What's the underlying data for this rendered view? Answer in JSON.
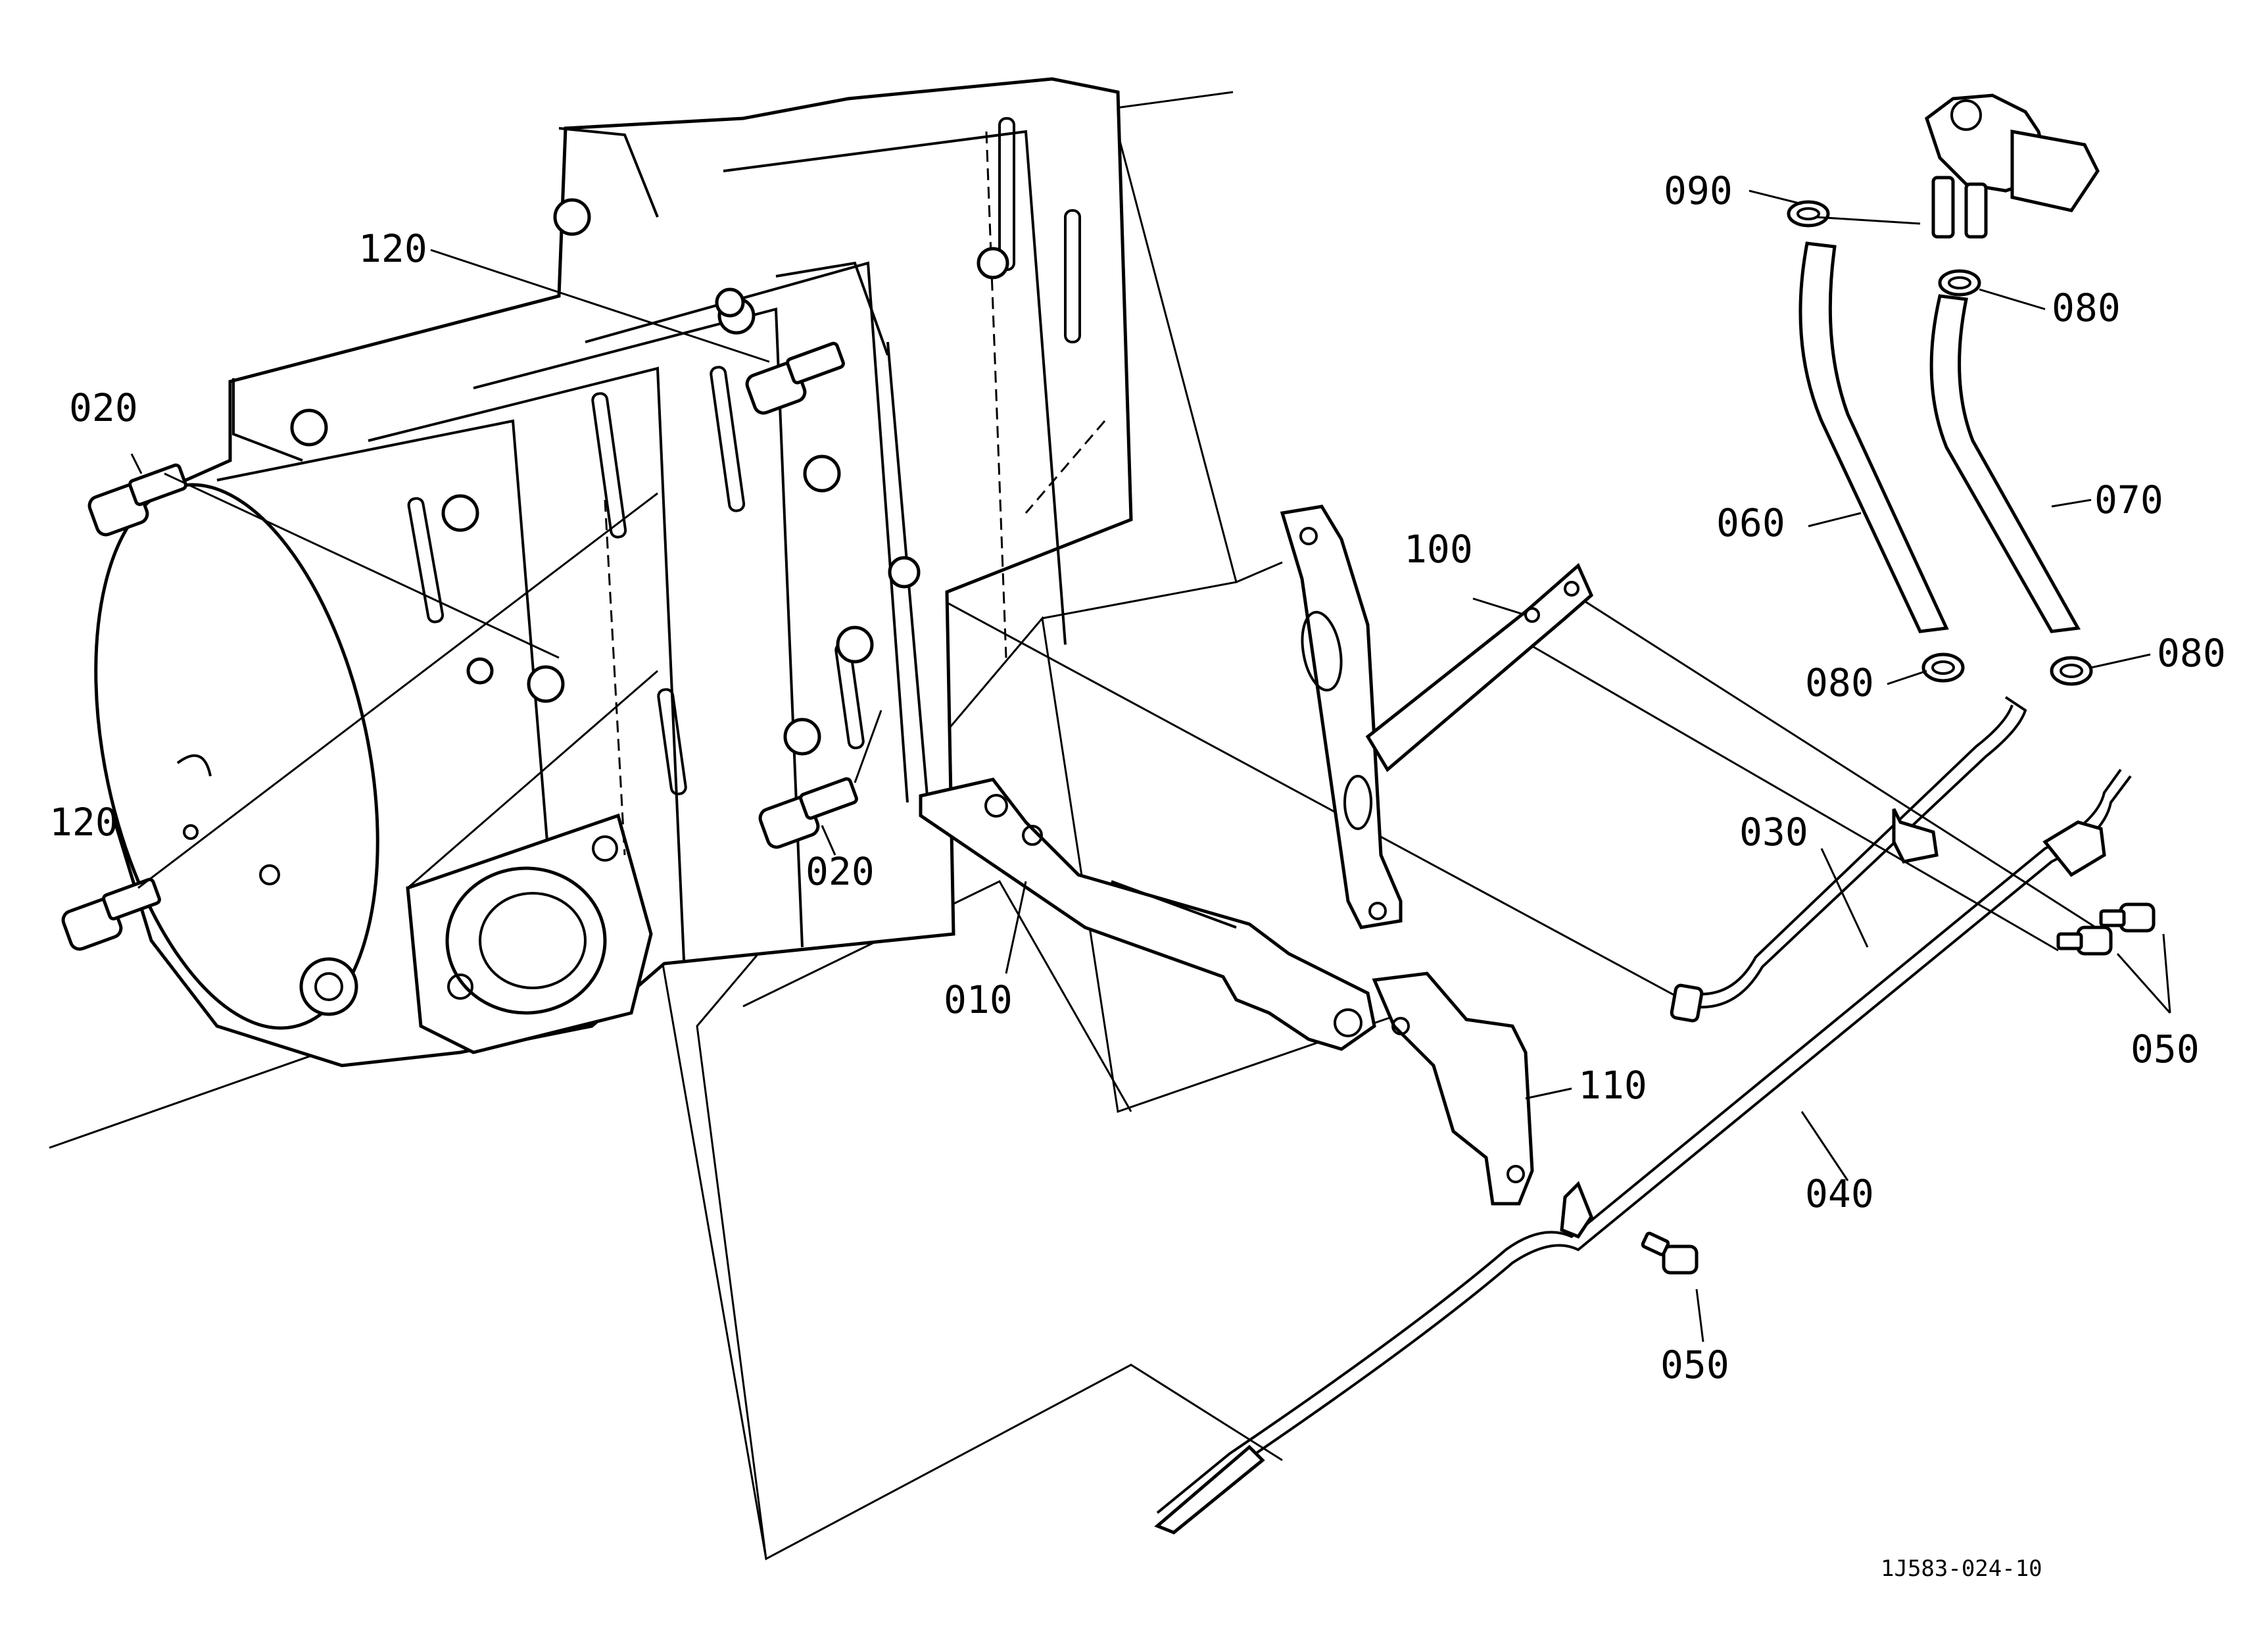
{
  "diagram": {
    "drawing_id": "1J583-024-10",
    "callouts": {
      "c010": "010",
      "c020a": "020",
      "c020b": "020",
      "c030": "030",
      "c040": "040",
      "c050a": "050",
      "c050b": "050",
      "c060": "060",
      "c070": "070",
      "c080a": "080",
      "c080b": "080",
      "c080c": "080",
      "c090": "090",
      "c100": "100",
      "c110": "110",
      "c120a": "120",
      "c120b": "120"
    }
  }
}
